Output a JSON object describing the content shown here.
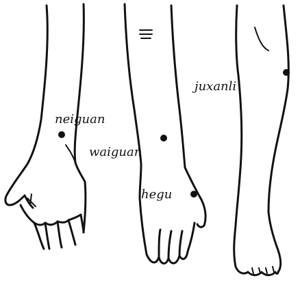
{
  "labels": {
    "neiguan": "neiguan",
    "waiguan": "waiguan",
    "hegu": "hegu",
    "juxanli": "juxanli"
  },
  "colors": {
    "ink": "#111111",
    "background": "#ffffff"
  }
}
